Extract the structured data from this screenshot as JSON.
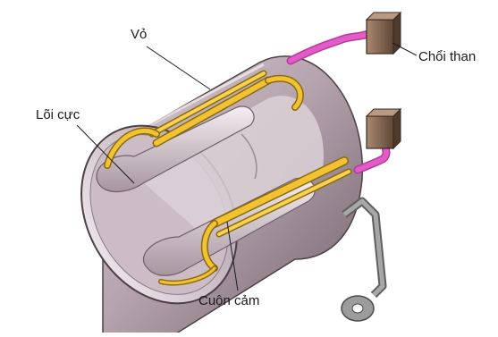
{
  "labels": {
    "housing": "Vỏ",
    "brush": "Chổi than",
    "pole_core": "Lõi cực",
    "coil": "Cuộn cảm"
  },
  "colors": {
    "housing_body": "#b9a9b3",
    "housing_dark": "#6e6068",
    "interior": "#d6c9d0",
    "coil": "#f1c232",
    "coil_edge": "#8a6a10",
    "wire": "#e35bc9",
    "brush": "#8b6a55",
    "bracket": "#9a9a9a"
  }
}
